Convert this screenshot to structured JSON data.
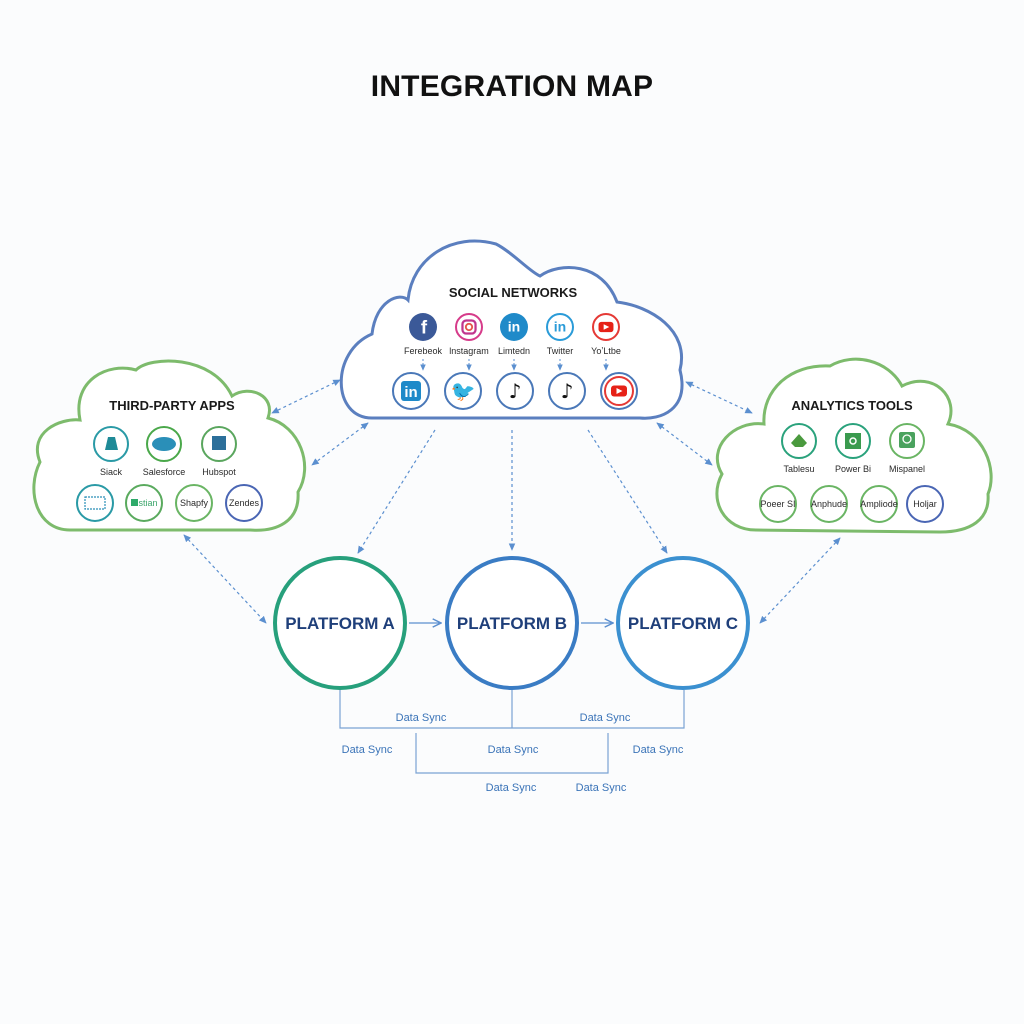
{
  "title": "INTEGRATION MAP",
  "colors": {
    "social_cloud": "#5b7fbf",
    "green_cloud": "#7dbb6c",
    "platform_a": "#27a07c",
    "platform_b": "#3a7cc4",
    "platform_c": "#3b90d0",
    "connector": "#5b8fcf",
    "platform_text": "#1f3f7a",
    "sync_text": "#3b74b8"
  },
  "social_networks": {
    "title": "SOCIAL NETWORKS",
    "top_row": [
      {
        "icon": "facebook-icon",
        "label": "Ferebeok"
      },
      {
        "icon": "instagram-icon",
        "label": "lnstagram"
      },
      {
        "icon": "linkedin-icon",
        "label": "Limtedn"
      },
      {
        "icon": "linkedin-icon",
        "label": "Twitter"
      },
      {
        "icon": "youtube-icon",
        "label": "YoʼLtbe"
      }
    ],
    "bottom_row": [
      {
        "icon": "linkedin-icon"
      },
      {
        "icon": "twitter-icon"
      },
      {
        "icon": "tiktok-icon"
      },
      {
        "icon": "tiktok-icon"
      },
      {
        "icon": "youtube-icon"
      }
    ]
  },
  "third_party_apps": {
    "title": "THIRD-PARTY APPS",
    "top_row": [
      {
        "icon": "slack-icon",
        "label": "Siack"
      },
      {
        "icon": "salesforce-icon",
        "label": "Salesforce"
      },
      {
        "icon": "hubspot-icon",
        "label": "Hubspot"
      }
    ],
    "bottom_row": [
      {
        "icon": "app-grid-icon",
        "text": ""
      },
      {
        "icon": "stian-icon",
        "text": "stian"
      },
      {
        "icon": "shopify-icon",
        "text": "Shapfy"
      },
      {
        "icon": "zendesk-icon",
        "text": "Zendes"
      }
    ]
  },
  "analytics_tools": {
    "title": "ANALYTICS TOOLS",
    "top_row": [
      {
        "icon": "tableau-icon",
        "label": "Tablesu"
      },
      {
        "icon": "powerbi-icon",
        "label": "Power Bi"
      },
      {
        "icon": "mixpanel-icon",
        "label": "Mispanel"
      }
    ],
    "bottom_row": [
      {
        "text": "Poeer SI"
      },
      {
        "text": "Anphude"
      },
      {
        "text": "Ampliode"
      },
      {
        "text": "Holjar"
      }
    ]
  },
  "platforms": [
    {
      "label": "PLATFORM A"
    },
    {
      "label": "PLATFORM B"
    },
    {
      "label": "PLATFORM C"
    }
  ],
  "data_sync_labels": [
    "Data Sync",
    "Data Sync",
    "Data Sync",
    "Data Sync",
    "Data Sync",
    "Data Sync",
    "Data Sync"
  ]
}
